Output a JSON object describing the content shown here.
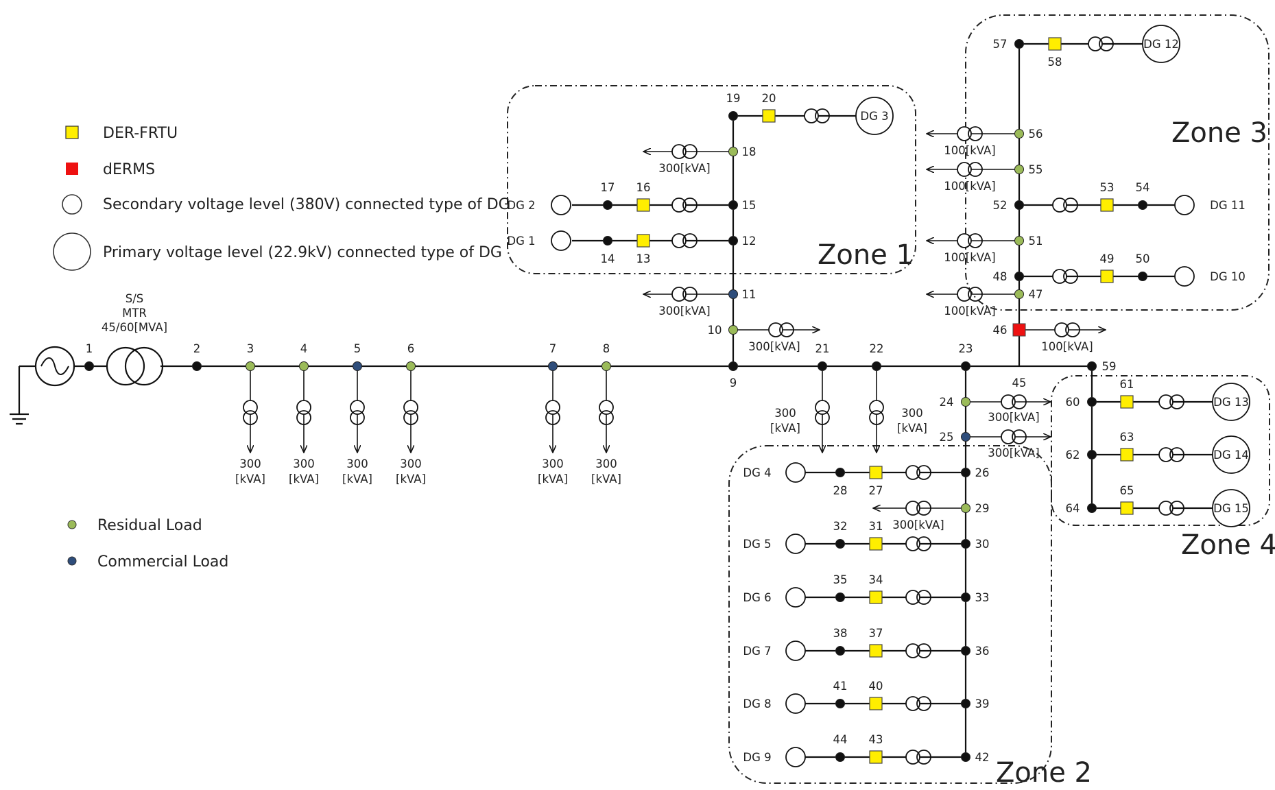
{
  "legend": {
    "der_frtu": "DER-FRTU",
    "derms": "dERMS",
    "secondary_dg": "Secondary voltage level (380V) connected type of DG",
    "primary_dg": "Primary voltage level (22.9kV) connected type of DG",
    "residual_load": "Residual Load",
    "commercial_load": "Commercial Load"
  },
  "colors": {
    "der_frtu": "#ffee00",
    "derms": "#ee1111",
    "residual": "#9bbb59",
    "commercial": "#2e4d7b",
    "node": "#111111"
  },
  "substation": {
    "line1": "S/S",
    "line2": "MTR",
    "line3": "45/60[MVA]"
  },
  "zones": [
    "Zone 1",
    "Zone 2",
    "Zone 3",
    "Zone 4"
  ],
  "dg_labels": [
    "DG 1",
    "DG 2",
    "DG 3",
    "DG 4",
    "DG 5",
    "DG 6",
    "DG 7",
    "DG 8",
    "DG 9",
    "DG 10",
    "DG 11",
    "DG 12",
    "DG 13",
    "DG 14",
    "DG 15"
  ],
  "rating_300": "300[kVA]",
  "rating_100": "100[kVA]",
  "rating_300_top": "300",
  "rating_kva": "[kVA]",
  "nodes": [
    "1",
    "2",
    "3",
    "4",
    "5",
    "6",
    "7",
    "8",
    "9",
    "10",
    "11",
    "12",
    "13",
    "14",
    "15",
    "16",
    "17",
    "18",
    "19",
    "20",
    "21",
    "22",
    "23",
    "24",
    "25",
    "26",
    "27",
    "28",
    "29",
    "30",
    "31",
    "32",
    "33",
    "34",
    "35",
    "36",
    "37",
    "38",
    "39",
    "40",
    "41",
    "42",
    "43",
    "44",
    "45",
    "46",
    "47",
    "48",
    "49",
    "50",
    "51",
    "52",
    "53",
    "54",
    "55",
    "56",
    "57",
    "58",
    "59",
    "60",
    "61",
    "62",
    "63",
    "64",
    "65"
  ]
}
